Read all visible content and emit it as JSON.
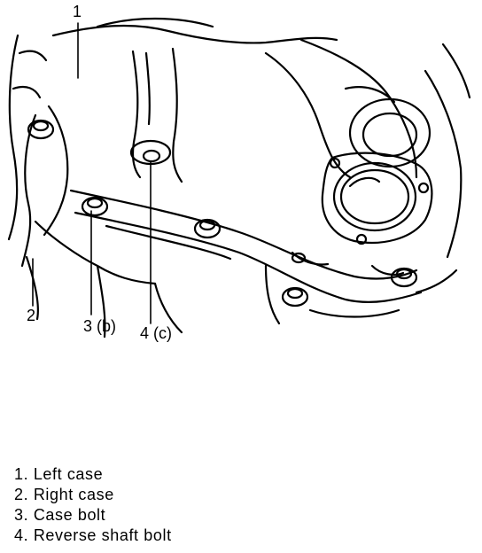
{
  "callouts": {
    "c1": "1",
    "c2": "2",
    "c3": "3 (b)",
    "c4": "4 (c)"
  },
  "legend": [
    "1. Left case",
    "2. Right case",
    "3. Case bolt",
    "4. Reverse shaft bolt"
  ]
}
